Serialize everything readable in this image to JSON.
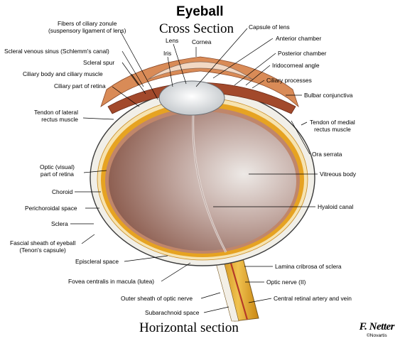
{
  "title": "Eyeball",
  "subtitle_top": "Cross Section",
  "subtitle_bottom": "Horizontal section",
  "logo": {
    "signature": "F. Netter",
    "company": "©Novartis"
  },
  "colors": {
    "sclera": "#f1efe8",
    "choroid": "#e6a322",
    "retina": "#c89a66",
    "vitreous": "#a57a70",
    "optic_nerve": "#d99a1e",
    "outline": "#3a3a3a"
  },
  "labels": {
    "fibers_1": "Fibers of ciliary zonule",
    "fibers_2": "(suspensory ligament of lens)",
    "scleral_sinus": "Scleral venous sinus (Schlemm's canal)",
    "scleral_spur": "Scleral spur",
    "ciliary_body": "Ciliary body and ciliary muscle",
    "ciliary_part": "Ciliary part of retina",
    "tendon_lat_1": "Tendon of lateral",
    "tendon_lat_2": "rectus muscle",
    "optic_retina_1": "Optic (visual)",
    "optic_retina_2": "part of retina",
    "choroid": "Choroid",
    "perichoroidal": "Perichoroidal space",
    "sclera": "Sclera",
    "fascial_1": "Fascial sheath of eyeball",
    "fascial_2": "(Tenon's capsule)",
    "episcleral": "Episcleral space",
    "fovea": "Fovea centralis in macula (lutea)",
    "outer_sheath": "Outer sheath of optic nerve",
    "subarachnoid": "Subarachnoid space",
    "lens": "Lens",
    "iris": "Iris",
    "cornea": "Cornea",
    "capsule": "Capsule of lens",
    "anterior": "Anterior chamber",
    "posterior": "Posterior chamber",
    "iridocorneal": "Iridocorneal angle",
    "ciliary_proc": "Ciliary processes",
    "bulbar": "Bulbar conjunctiva",
    "tendon_med_1": "Tendon of medial",
    "tendon_med_2": "rectus muscle",
    "ora": "Ora serrata",
    "vitreous": "Vitreous body",
    "hyaloid": "Hyaloid canal",
    "lamina": "Lamina cribrosa of sclera",
    "optic_nerve": "Optic nerve (II)",
    "central_artery": "Central retinal artery and vein"
  }
}
